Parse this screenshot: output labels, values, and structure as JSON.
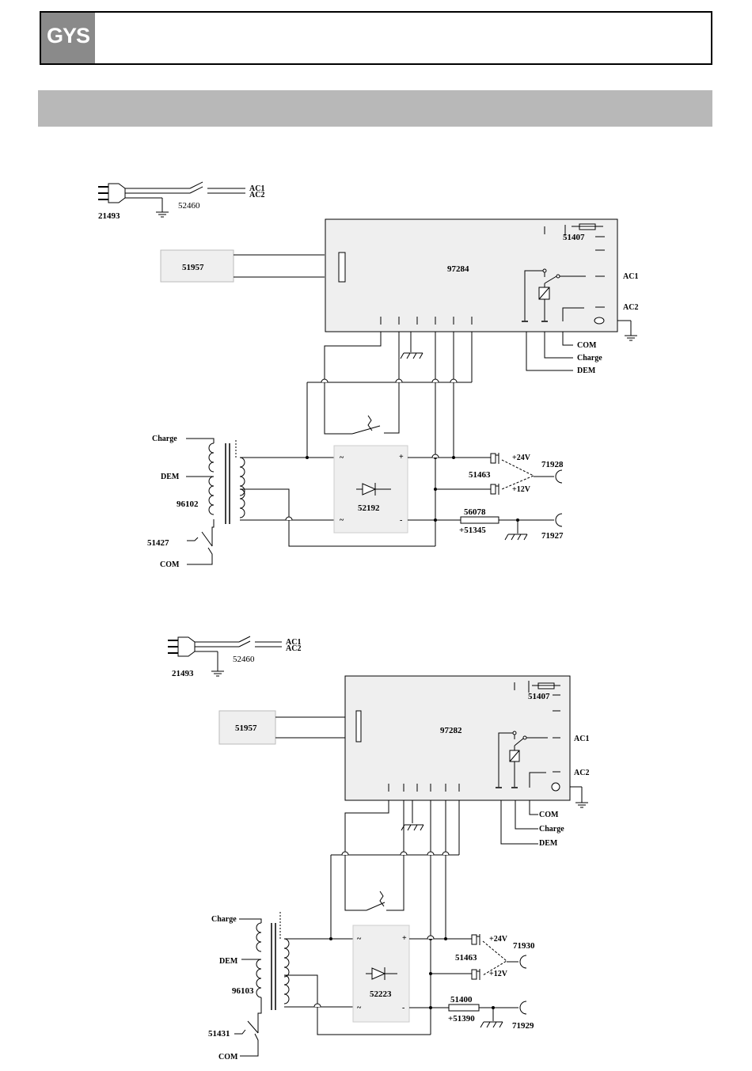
{
  "header": {
    "logo_text": "GYS"
  },
  "diagram1": {
    "plug": "21493",
    "switch": "52460",
    "ac1": "AC1",
    "ac2": "AC2",
    "module": "51957",
    "board": "97284",
    "fuse": "51407",
    "board_ac1": "AC1",
    "board_ac2": "AC2",
    "out_com": "COM",
    "out_charge": "Charge",
    "out_dem": "DEM",
    "tr_charge": "Charge",
    "tr_dem": "DEM",
    "transformer": "96102",
    "thermal": "51427",
    "tr_com": "COM",
    "bridge": "52192",
    "plus": "+",
    "minus": "-",
    "tilde": "~",
    "connector": "51463",
    "v24": "+24V",
    "v12": "+12V",
    "socket_top": "71928",
    "fuse2": "56078",
    "fuse2b": "+51345",
    "socket_bottom": "71927"
  },
  "diagram2": {
    "plug": "21493",
    "switch": "52460",
    "ac1": "AC1",
    "ac2": "AC2",
    "module": "51957",
    "board": "97282",
    "fuse": "51407",
    "board_ac1": "AC1",
    "board_ac2": "AC2",
    "out_com": "COM",
    "out_charge": "Charge",
    "out_dem": "DEM",
    "tr_charge": "Charge",
    "tr_dem": "DEM",
    "transformer": "96103",
    "thermal": "51431",
    "tr_com": "COM",
    "bridge": "52223",
    "plus": "+",
    "minus": "-",
    "tilde": "~",
    "connector": "51463",
    "v24": "+24V",
    "v12": "+12V",
    "socket_top": "71930",
    "fuse2": "51400",
    "fuse2b": "+51390",
    "socket_bottom": "71929"
  }
}
